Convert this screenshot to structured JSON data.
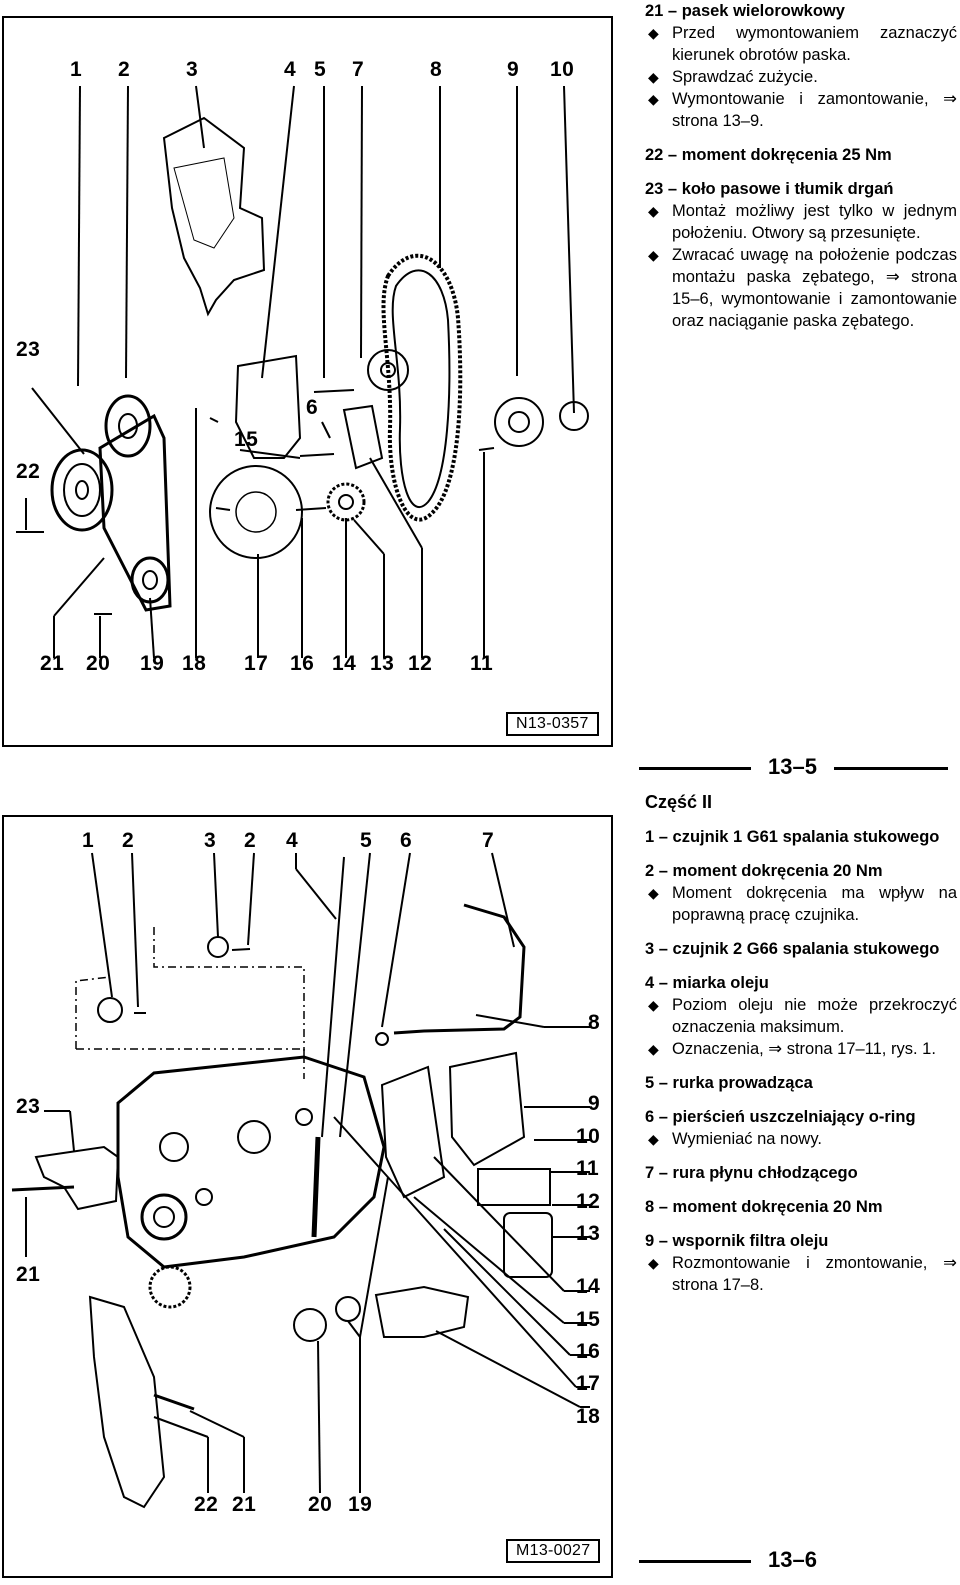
{
  "figure1": {
    "ref": "N13-0357",
    "top_labels": [
      "1",
      "2",
      "3",
      "4",
      "5",
      "7",
      "8",
      "9",
      "10"
    ],
    "left_labels": [
      "23",
      "22"
    ],
    "inner_labels": [
      "6",
      "15"
    ],
    "bottom_labels": [
      "21",
      "20",
      "19",
      "18",
      "17",
      "16",
      "14",
      "13",
      "12",
      "11"
    ]
  },
  "figure2": {
    "ref": "M13-0027",
    "top_labels": [
      "1",
      "2",
      "3",
      "2",
      "4",
      "5",
      "6",
      "7"
    ],
    "left_labels": [
      "23",
      "21"
    ],
    "right_labels": [
      "8",
      "9",
      "10",
      "11",
      "12",
      "13",
      "14",
      "15",
      "16",
      "17",
      "18"
    ],
    "bottom_labels": [
      "22",
      "21",
      "20",
      "19"
    ]
  },
  "page_top": {
    "page_number": "13–5",
    "entries": [
      {
        "title": "21 – pasek wielorowkowy",
        "bullets": [
          "Przed wymontowaniem zaznaczyć kierunek obrotów paska.",
          "Sprawdzać zużycie.",
          "Wymontowanie i zamontowanie, ⇒ strona 13–9."
        ]
      },
      {
        "title": "22 – moment dokręcenia 25 Nm",
        "bullets": []
      },
      {
        "title": "23 – koło pasowe i tłumik drgań",
        "bullets": [
          "Montaż możliwy jest tylko w jednym położeniu. Otwory są przesunięte.",
          "Zwracać uwagę na położenie podczas montażu paska zębatego, ⇒ strona 15–6, wymontowanie i zamontowanie oraz naciąganie paska zębatego."
        ]
      }
    ]
  },
  "page_bottom": {
    "section_title": "Część II",
    "page_number": "13–6",
    "entries": [
      {
        "title": "1 – czujnik 1 G61 spalania stukowego",
        "bullets": []
      },
      {
        "title": "2 – moment dokręcenia 20 Nm",
        "bullets": [
          "Moment dokręcenia ma wpływ na poprawną pracę czujnika."
        ]
      },
      {
        "title": "3 – czujnik 2 G66 spalania stukowego",
        "bullets": []
      },
      {
        "title": "4 – miarka oleju",
        "bullets": [
          "Poziom oleju nie może przekroczyć oznaczenia maksimum.",
          "Oznaczenia, ⇒ strona 17–11, rys. 1."
        ]
      },
      {
        "title": "5 – rurka prowadząca",
        "bullets": []
      },
      {
        "title": "6 – pierścień uszczelniający o-ring",
        "bullets": [
          "Wymieniać na nowy."
        ]
      },
      {
        "title": "7 – rura płynu chłodzącego",
        "bullets": []
      },
      {
        "title": "8 – moment dokręcenia 20 Nm",
        "bullets": []
      },
      {
        "title": "9 – wspornik filtra oleju",
        "bullets": [
          "Rozmontowanie i zmontowanie, ⇒ strona 17–8."
        ]
      }
    ]
  }
}
